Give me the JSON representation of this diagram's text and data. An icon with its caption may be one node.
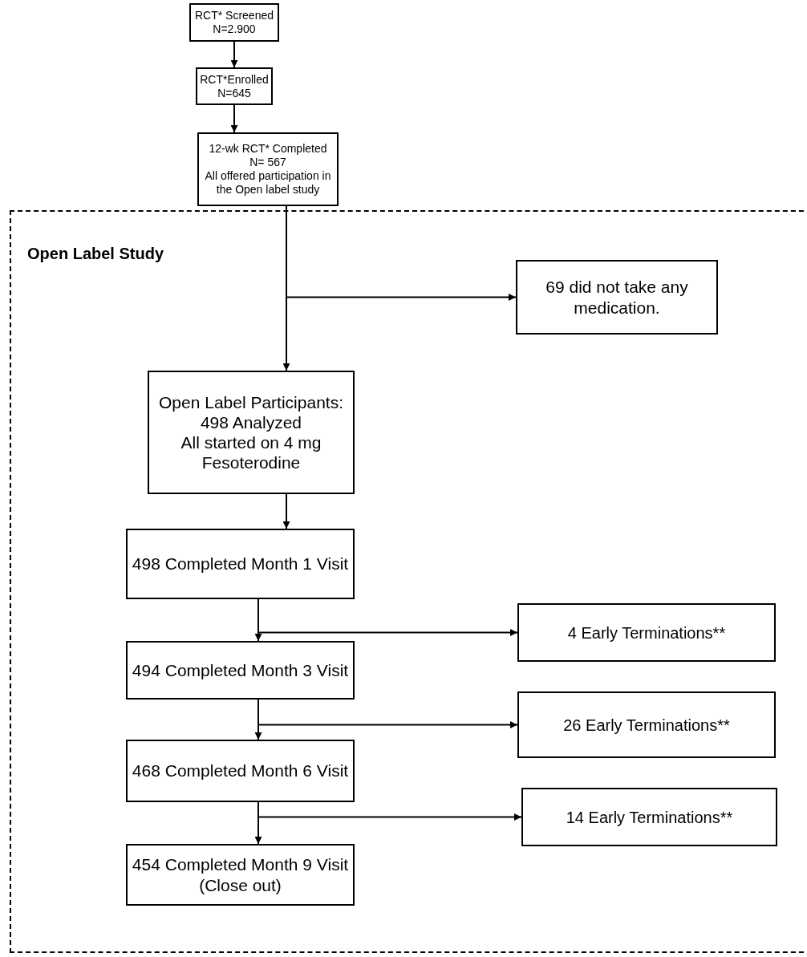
{
  "diagram": {
    "nodes": [
      {
        "text": [
          "RCT* Screened",
          "N=2.900"
        ]
      },
      {
        "text": [
          "RCT*Enrolled",
          "N=645"
        ]
      },
      {
        "text": [
          "12-wk RCT* Completed",
          "N= 567",
          "All offered participation in the Open label study"
        ]
      },
      {
        "text": [
          "Open Label Study"
        ]
      },
      {
        "text": [
          "69 did not take any medication."
        ],
        "in": 3
      },
      {
        "text": [
          "Open Label Participants:",
          "498 Analyzed",
          "All started on 4 mg Fesoterodine"
        ],
        "in": 3
      },
      {
        "text": [
          "498 Completed Month 1 Visit"
        ],
        "in": 3
      },
      {
        "text": [
          "4 Early Terminations**"
        ],
        "in": 3
      },
      {
        "text": [
          "494 Completed Month 3 Visit"
        ],
        "in": 3
      },
      {
        "text": [
          "26 Early Terminations**"
        ],
        "in": 3
      },
      {
        "text": [
          "468 Completed Month 6 Visit"
        ],
        "in": 3
      },
      {
        "text": [
          "14 Early Terminations**"
        ],
        "in": 3
      },
      {
        "text": [
          "454 Completed Month 9 Visit",
          "(Close out)"
        ],
        "in": 3
      }
    ],
    "edges": [
      {
        "from": 0,
        "to": 1,
        "arrow": "to"
      },
      {
        "from": 1,
        "to": 2,
        "arrow": "to"
      },
      {
        "from": 2,
        "to": 4,
        "arrow": "to"
      },
      {
        "from": 2,
        "to": 5,
        "arrow": "to"
      },
      {
        "from": 5,
        "to": 6,
        "arrow": "to"
      },
      {
        "from": 6,
        "to": 7,
        "arrow": "to"
      },
      {
        "from": 6,
        "to": 8,
        "arrow": "to"
      },
      {
        "from": 8,
        "to": 9,
        "arrow": "to"
      },
      {
        "from": 8,
        "to": 10,
        "arrow": "to"
      },
      {
        "from": 10,
        "to": 11,
        "arrow": "to"
      },
      {
        "from": 10,
        "to": 12,
        "arrow": "to"
      }
    ]
  }
}
